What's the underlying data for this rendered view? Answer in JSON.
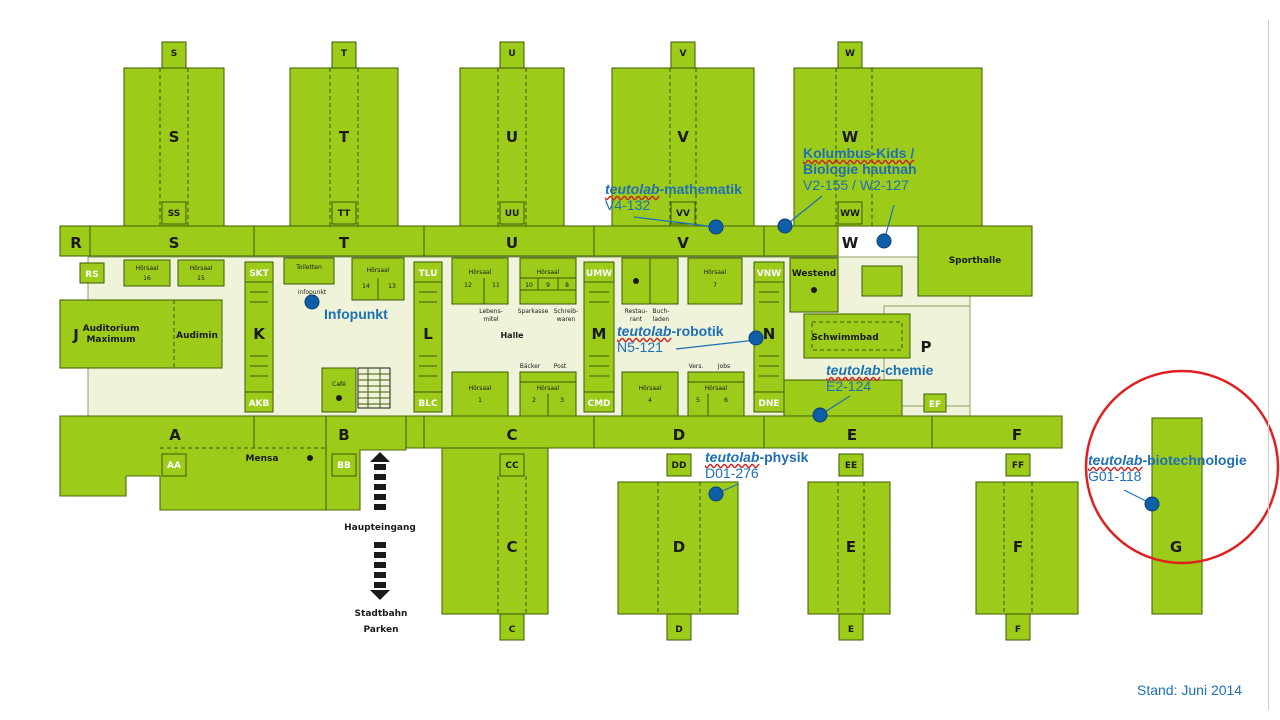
{
  "map": {
    "building_letters": {
      "S": "S",
      "T": "T",
      "U": "U",
      "V": "V",
      "W": "W",
      "R": "R",
      "J": "J",
      "K": "K",
      "L": "L",
      "M": "M",
      "N": "N",
      "P": "P",
      "A": "A",
      "B": "B",
      "C": "C",
      "D": "D",
      "E": "E",
      "F": "F",
      "G": "G"
    },
    "connector_labels": {
      "S": "S",
      "SS": "SS",
      "T": "T",
      "TT": "TT",
      "U": "U",
      "UU": "UU",
      "V": "V",
      "VV": "VV",
      "W": "W",
      "WW": "WW",
      "RS": "RS",
      "SKT": "SKT",
      "TLU": "TLU",
      "UMW": "UMW",
      "VNW": "VNW",
      "AKB": "AKB",
      "BLC": "BLC",
      "CMD": "CMD",
      "DNE": "DNE",
      "EF": "EF",
      "AA": "AA",
      "BB": "BB",
      "CC": "CC",
      "DD": "DD",
      "EE": "EE",
      "FF": "FF",
      "C": "C",
      "D": "D",
      "E": "E",
      "F": "F"
    },
    "rooms": {
      "hoersaal": "Hörsaal",
      "h16": "16",
      "h15": "15",
      "h14": "14",
      "h13": "13",
      "h12": "12",
      "h11": "11",
      "h10": "10",
      "h9": "9",
      "h8": "8",
      "h7": "7",
      "h1": "1",
      "h2": "2",
      "h3": "3",
      "h4": "4",
      "h5": "5",
      "h6": "6",
      "toiletten": "Toiletten",
      "infopunkt_small": "infopunkt",
      "lebensmittel_1": "Lebens-",
      "lebensmittel_2": "mitel",
      "sparkasse": "Sparkasse",
      "schreibwaren_1": "Schreib-",
      "schreibwaren_2": "waren",
      "restaurant_1": "Restau-",
      "restaurant_2": "rant",
      "buchladen_1": "Buch-",
      "buchladen_2": "laden",
      "halle": "Halle",
      "baecker": "Bäcker",
      "post": "Post",
      "vers": "Vers.",
      "jobs": "Jobs",
      "westend": "Westend",
      "sporthalle": "Sporthalle",
      "schwimmbad": "Schwimmbad",
      "auditorium_1": "Auditorium",
      "auditorium_2": "Maximum",
      "audimin": "Audimin",
      "cafe": "Café",
      "mensa": "Mensa",
      "haupteingang": "Haupteingang",
      "stadtbahn": "Stadtbahn",
      "parken": "Parken"
    }
  },
  "overlays": {
    "infopunkt": "Infopunkt",
    "mathematik": {
      "brand": "teutolab",
      "suffix": "-mathematik",
      "code": "V4-132"
    },
    "kolumbus": {
      "line1": "Kolumbus-Kids /",
      "line2": "Biologie hautnah",
      "code": "V2-155 / W2-127"
    },
    "robotik": {
      "brand": "teutolab",
      "suffix": "-robotik",
      "code": "N5-121"
    },
    "chemie": {
      "brand": "teutolab",
      "suffix": "-chemie",
      "code": "E2-124"
    },
    "physik": {
      "brand": "teutolab",
      "suffix": "-physik",
      "code": "D01-276"
    },
    "biotechnologie": {
      "brand": "teutolab",
      "suffix": "-biotechnologie",
      "code": "G01-118"
    }
  },
  "footer": {
    "stand": "Stand: Juni 2014"
  },
  "colors": {
    "building": "#9ccb19",
    "hall": "#eef3da",
    "pin": "#0f5ea8",
    "text_blue": "#1f6fb5",
    "highlight_circle": "#e02020"
  }
}
